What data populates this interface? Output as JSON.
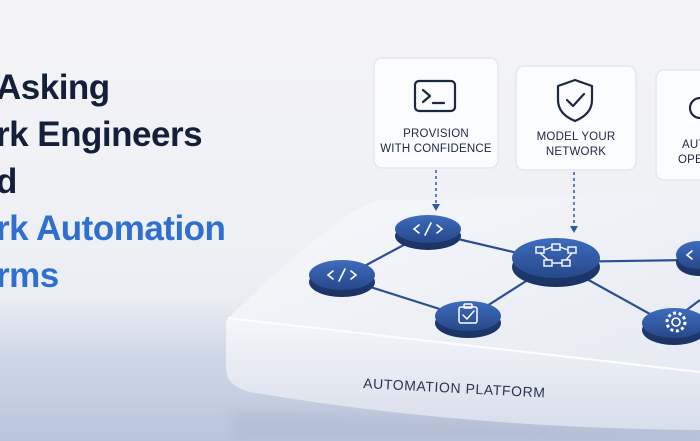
{
  "headline": {
    "line1": "Asking",
    "line2": "rk Engineers",
    "line3": "d",
    "line4": "rk Automation",
    "line5": "rms"
  },
  "cards": [
    {
      "icon": "terminal-icon",
      "line1": "PROVISION",
      "line2": "WITH CONFIDENCE"
    },
    {
      "icon": "shield-check-icon",
      "line1": "MODEL YOUR",
      "line2": "NETWORK"
    },
    {
      "icon": "ops-icon",
      "line1": "AUT",
      "line2": "OPE"
    }
  ],
  "platform": {
    "label": "AUTOMATION PLATFORM"
  },
  "colors": {
    "headline_dark": "#14203a",
    "headline_blue": "#2f6fd0",
    "node_fill": "#2f5aa6",
    "connector": "#2a4f93"
  },
  "nodes": [
    {
      "icon": "code-icon"
    },
    {
      "icon": "code-icon"
    },
    {
      "icon": "network-diagram-icon"
    },
    {
      "icon": "clipboard-check-icon"
    },
    {
      "icon": "gear-icon"
    },
    {
      "icon": "code-icon"
    }
  ]
}
